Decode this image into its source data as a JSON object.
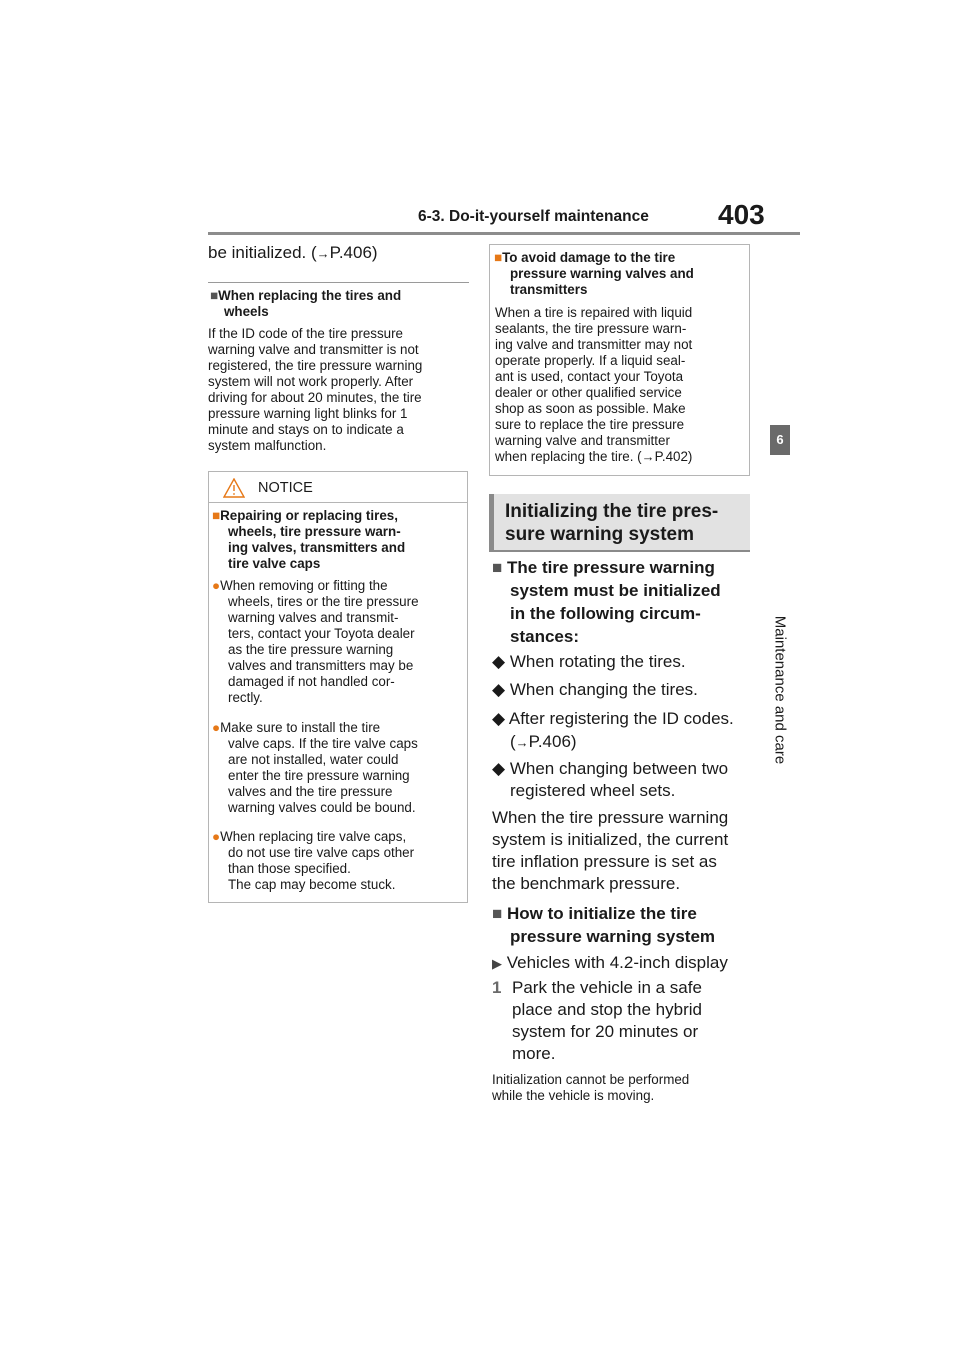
{
  "header": {
    "section": "6-3. Do-it-yourself maintenance",
    "page_number": "403"
  },
  "side_tab": {
    "chapter_number": "6",
    "chapter_title": "Maintenance and care"
  },
  "left_column": {
    "intro_line": "be initialized. (",
    "intro_ref": "P.406)",
    "subheading_line1": "When replacing the tires and",
    "subheading_line2": "wheels",
    "paragraph_lines": [
      "If the ID code of the tire pressure",
      "warning valve and transmitter is not",
      "registered, the tire pressure warning",
      "system will not work properly. After",
      "driving for about 20 minutes, the tire",
      "pressure warning light blinks for 1",
      "minute and stays on to indicate a",
      "system malfunction."
    ],
    "notice": {
      "title": "NOTICE",
      "heading_lines": [
        "Repairing or replacing tires,",
        "wheels, tire pressure warn-",
        "ing valves, transmitters and",
        "tire valve caps"
      ],
      "bullets": [
        [
          "When removing or fitting the",
          "wheels, tires or the tire pressure",
          "warning valves and transmit-",
          "ters, contact your Toyota dealer",
          "as the tire pressure warning",
          "valves and transmitters may be",
          "damaged if not handled cor-",
          "rectly."
        ],
        [
          "Make sure to install the tire",
          "valve caps. If the tire valve caps",
          "are not installed, water could",
          "enter the tire pressure warning",
          "valves and the tire pressure",
          "warning valves could be bound."
        ],
        [
          "When replacing tire valve caps,",
          "do not use tire valve caps other",
          "than those specified.",
          "The cap may become stuck."
        ]
      ]
    }
  },
  "right_column": {
    "box": {
      "heading_lines": [
        "To avoid damage to the tire",
        "pressure warning valves and",
        "transmitters"
      ],
      "body_lines": [
        "When a tire is repaired with liquid",
        "sealants, the tire pressure warn-",
        "ing valve and transmitter may not",
        "operate properly. If a liquid seal-",
        "ant is used, contact your Toyota",
        "dealer or other qualified service",
        "shop as soon as possible. Make",
        "sure to replace the tire pressure",
        "warning valve and transmitter"
      ],
      "last_line": "when replacing the tire. (",
      "last_ref": "P.402)"
    },
    "section_title_line1": "Initializing the tire pres-",
    "section_title_line2": "sure warning system",
    "subheading1_lines": [
      "The tire pressure warning",
      "system must be initialized",
      "in the following circum-",
      "stances:"
    ],
    "circumstances": [
      "When rotating the tires.",
      "When changing the tires.",
      "After registering the ID codes.",
      "When changing between two"
    ],
    "ref_line": "P.406)",
    "wheel_sets": "registered wheel sets.",
    "paragraph_lines": [
      "When the tire pressure warning",
      "system is initialized, the current",
      "tire inflation pressure is set as",
      "the benchmark pressure."
    ],
    "subheading2_lines": [
      "How to initialize the tire",
      "pressure warning system"
    ],
    "display_note": "Vehicles with 4.2-inch display",
    "step_number": "1",
    "step_lines": [
      "Park the vehicle in a safe",
      "place and stop the hybrid",
      "system for 20 minutes or",
      "more."
    ],
    "note_lines": [
      "Initialization cannot be performed",
      "while the vehicle is moving."
    ]
  },
  "colors": {
    "accent_orange": "#e67817",
    "rule_gray": "#8c8c8c",
    "section_bg": "#e2e2e2"
  }
}
